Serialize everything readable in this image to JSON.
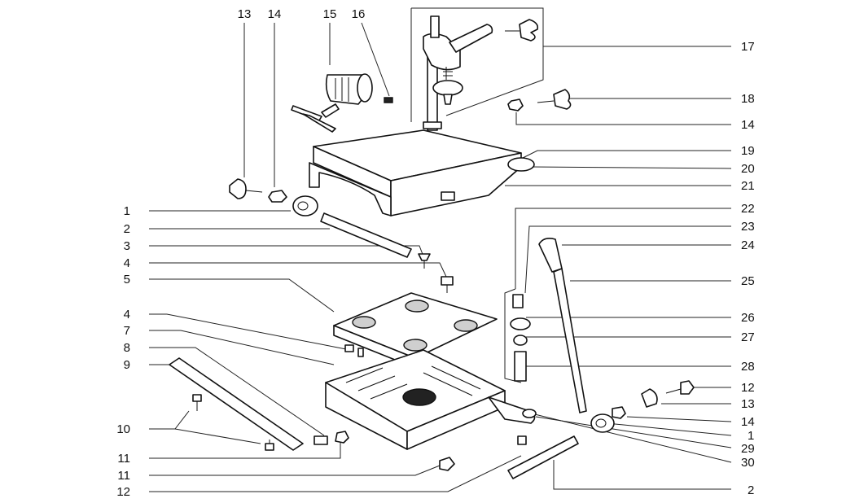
{
  "labels": {
    "top": [
      "13",
      "14",
      "15",
      "16"
    ],
    "right": [
      "17",
      "18",
      "14",
      "19",
      "20",
      "21",
      "22",
      "23",
      "24",
      "25",
      "26",
      "27",
      "28",
      "12",
      "13",
      "14",
      "1",
      "29",
      "30",
      "2"
    ],
    "left": [
      "1",
      "2",
      "3",
      "4",
      "5",
      "4",
      "7",
      "8",
      "9",
      "10",
      "11",
      "11",
      "12"
    ]
  }
}
